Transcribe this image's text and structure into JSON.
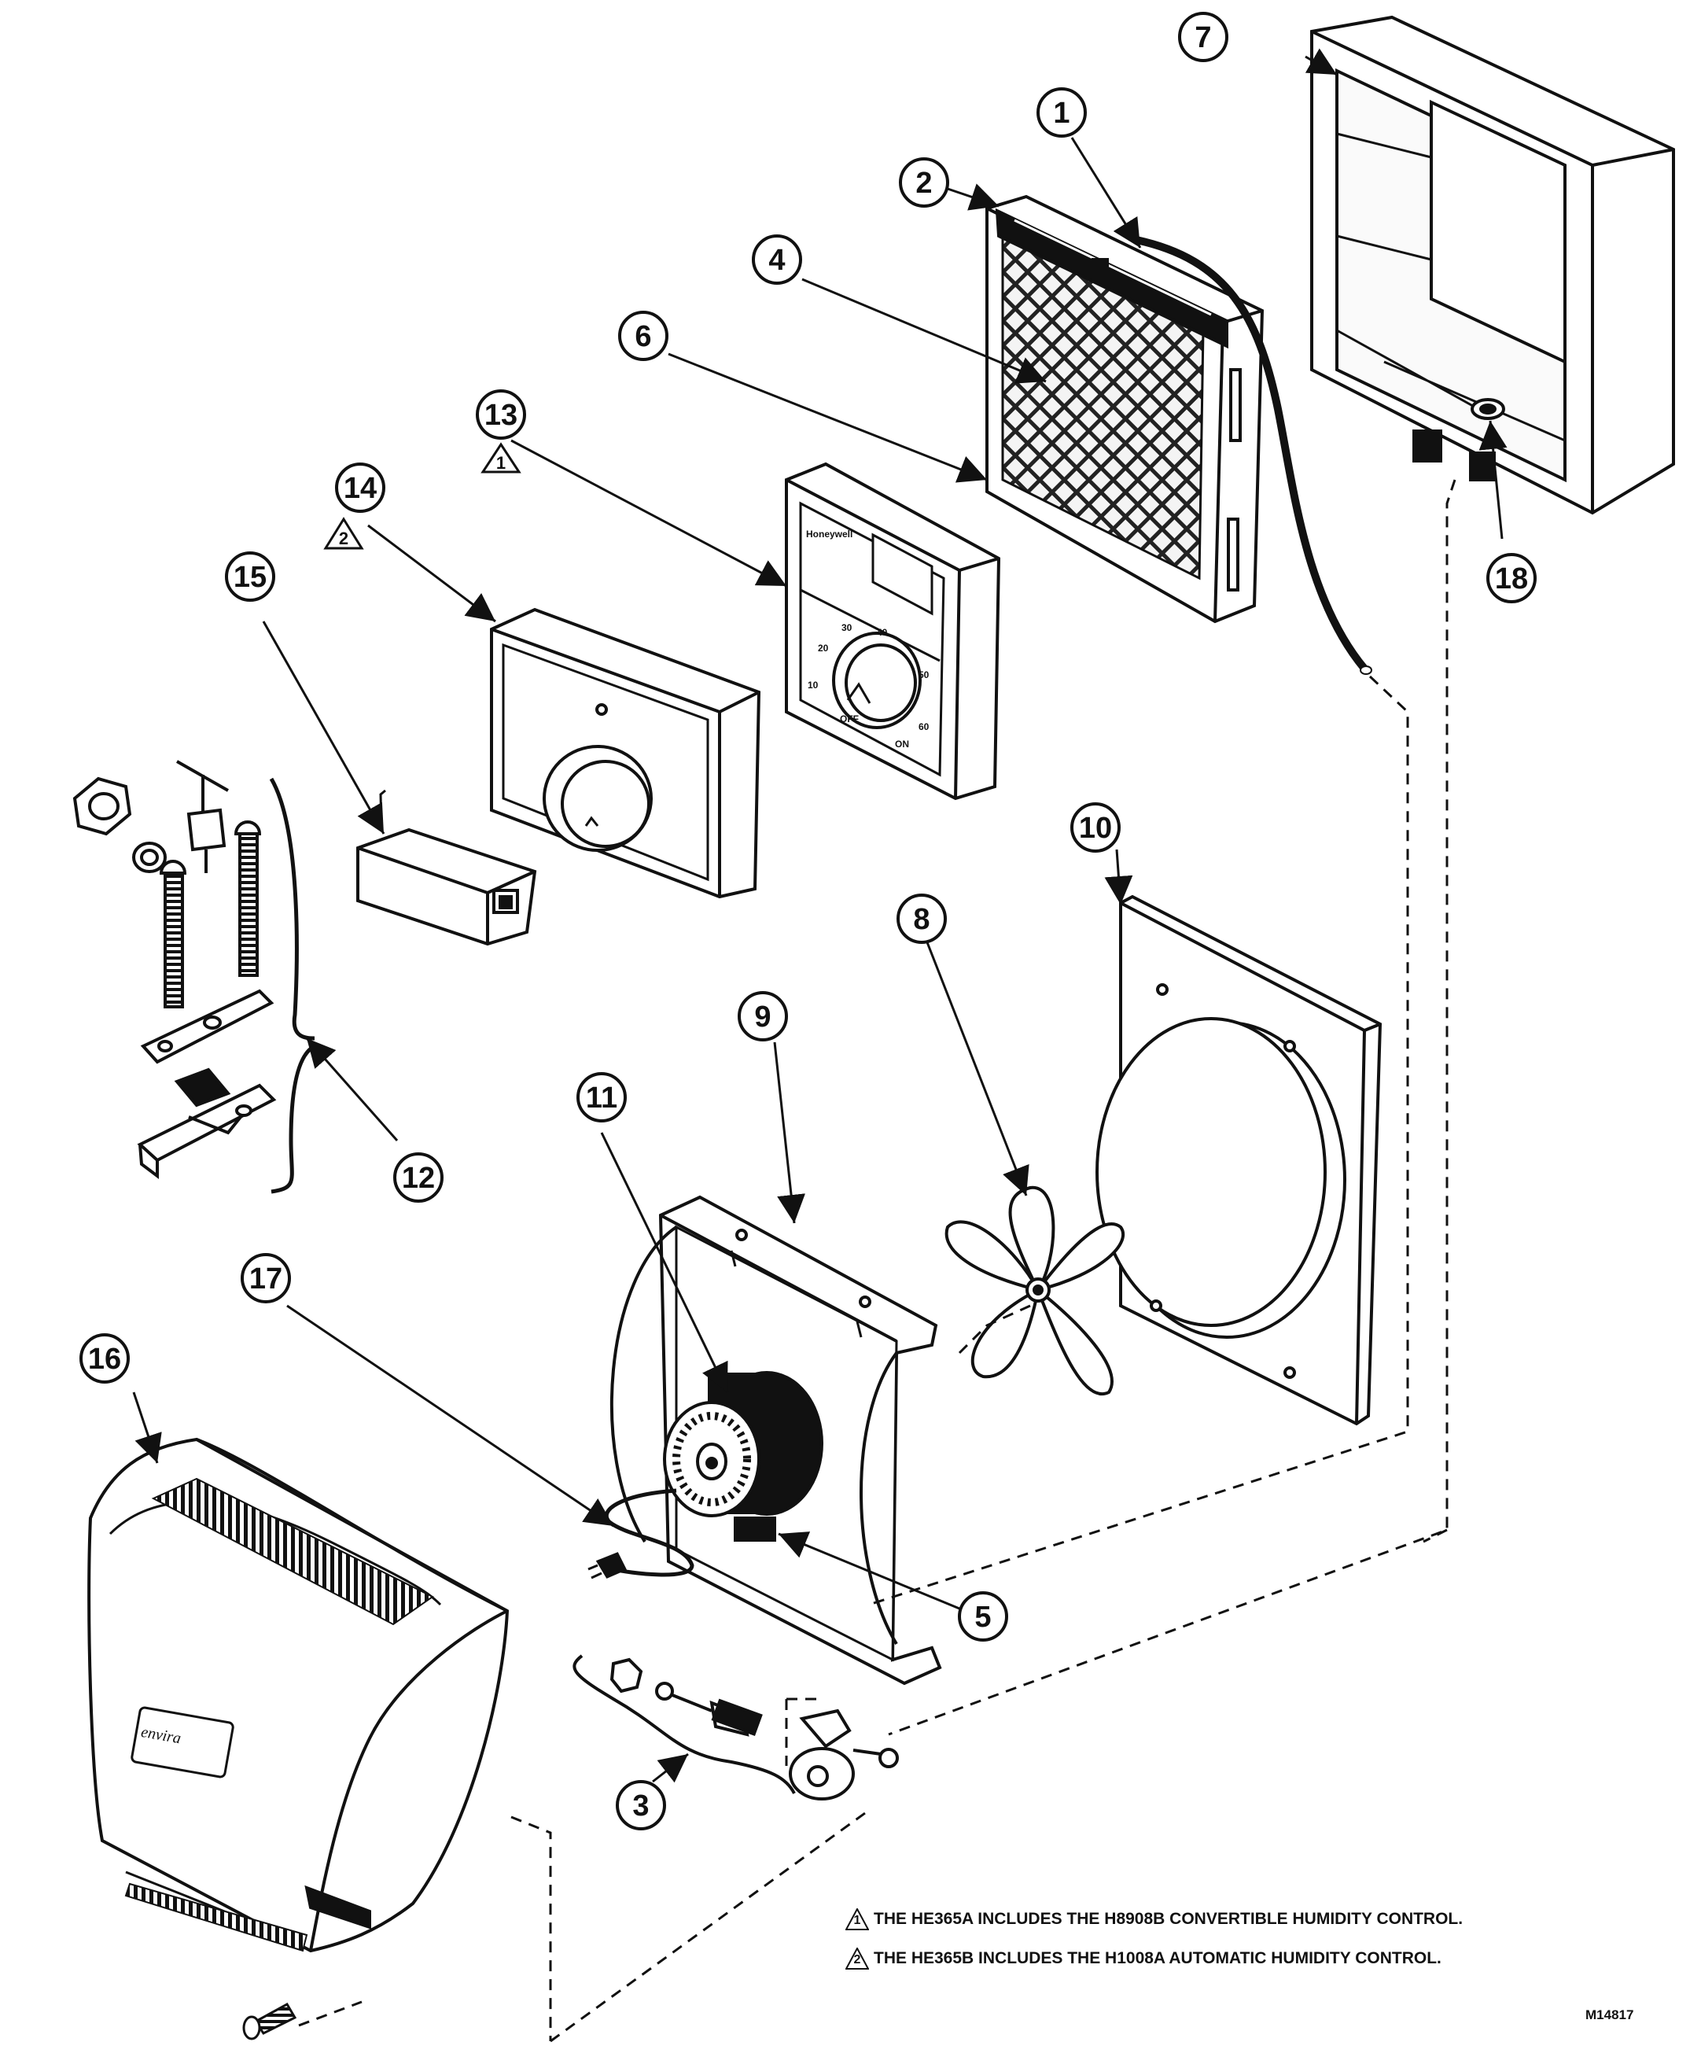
{
  "drawing_number": "M14817",
  "callouts": [
    {
      "id": "callout-1",
      "label": "1"
    },
    {
      "id": "callout-2",
      "label": "2"
    },
    {
      "id": "callout-3",
      "label": "3"
    },
    {
      "id": "callout-4",
      "label": "4"
    },
    {
      "id": "callout-5",
      "label": "5"
    },
    {
      "id": "callout-6",
      "label": "6"
    },
    {
      "id": "callout-7",
      "label": "7"
    },
    {
      "id": "callout-8",
      "label": "8"
    },
    {
      "id": "callout-9",
      "label": "9"
    },
    {
      "id": "callout-10",
      "label": "10"
    },
    {
      "id": "callout-11",
      "label": "11"
    },
    {
      "id": "callout-12",
      "label": "12"
    },
    {
      "id": "callout-13",
      "label": "13"
    },
    {
      "id": "callout-14",
      "label": "14"
    },
    {
      "id": "callout-15",
      "label": "15"
    },
    {
      "id": "callout-16",
      "label": "16"
    },
    {
      "id": "callout-17",
      "label": "17"
    },
    {
      "id": "callout-18",
      "label": "18"
    }
  ],
  "part_markers": {
    "part13_note": "1",
    "part14_note": "2"
  },
  "dial_scale": [
    "10",
    "20",
    "30",
    "40",
    "50",
    "60",
    "OFF",
    "ON"
  ],
  "brand_label": "Honeywell",
  "cover_brand": "envira",
  "notes": [
    {
      "marker": "1",
      "text": "THE HE365A INCLUDES THE H8908B CONVERTIBLE HUMIDITY CONTROL."
    },
    {
      "marker": "2",
      "text": "THE HE365B INCLUDES THE H1008A AUTOMATIC HUMIDITY CONTROL."
    }
  ]
}
